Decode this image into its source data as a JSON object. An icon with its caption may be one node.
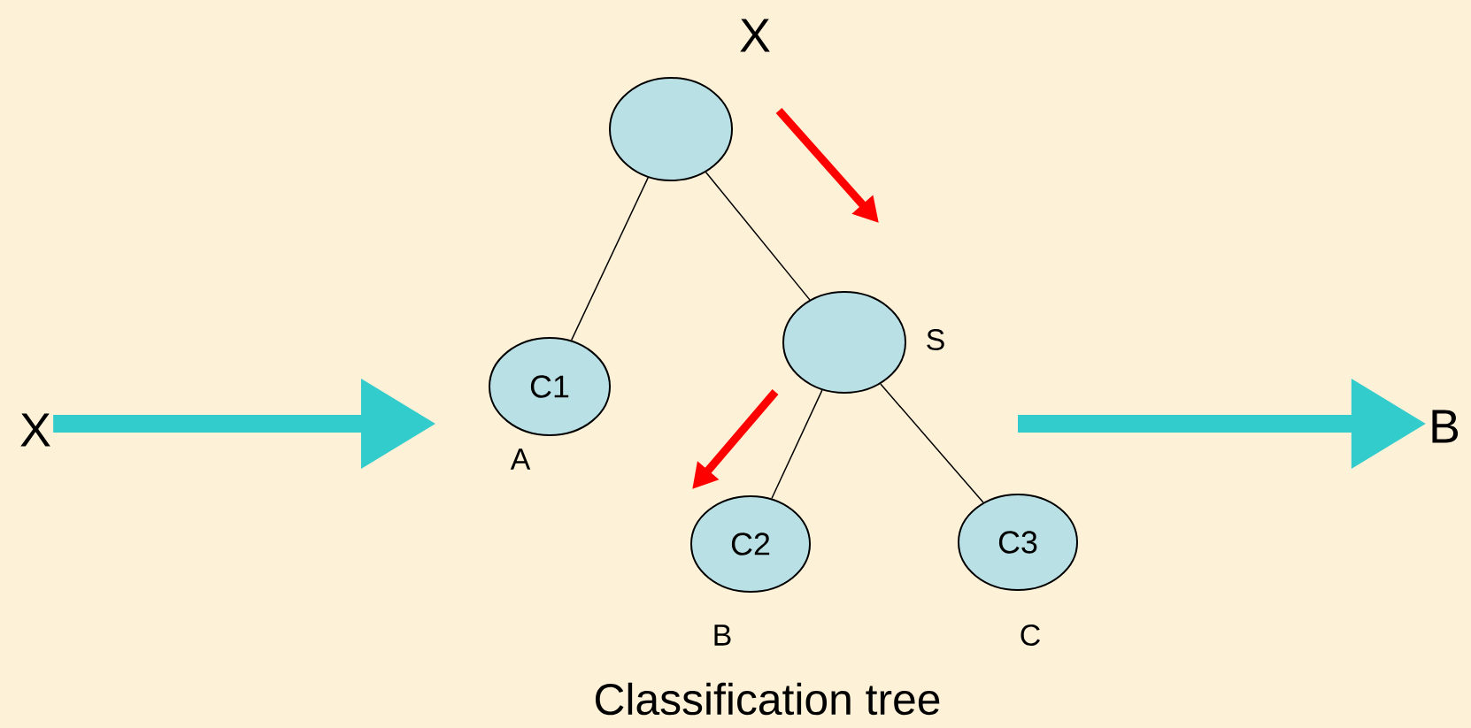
{
  "diagram": {
    "caption": "Classification tree",
    "nodes": [
      {
        "text": [],
        "shape": "circle",
        "beside": [
          "X"
        ]
      },
      {
        "text": [
          "C1"
        ],
        "beside": [
          "A"
        ]
      },
      {
        "text": [],
        "shape": "circle",
        "beside": [
          "S"
        ]
      },
      {
        "text": [
          "C2"
        ],
        "beside": [
          "B"
        ]
      },
      {
        "text": [
          "C3"
        ],
        "beside": [
          "C"
        ]
      },
      {
        "text": [
          "X"
        ]
      },
      {
        "text": [
          "B"
        ]
      }
    ],
    "edges": [
      {
        "from": 0,
        "to": 1,
        "arrow": "none"
      },
      {
        "from": 0,
        "to": 2,
        "arrow": "none"
      },
      {
        "from": 2,
        "to": 3,
        "arrow": "none"
      },
      {
        "from": 2,
        "to": 4,
        "arrow": "none"
      },
      {
        "from": 5,
        "to": null,
        "arrow": "to",
        "style": "thick",
        "color": "#33cccc"
      },
      {
        "from": null,
        "to": 6,
        "arrow": "to",
        "style": "thick",
        "color": "#33cccc"
      }
    ]
  }
}
